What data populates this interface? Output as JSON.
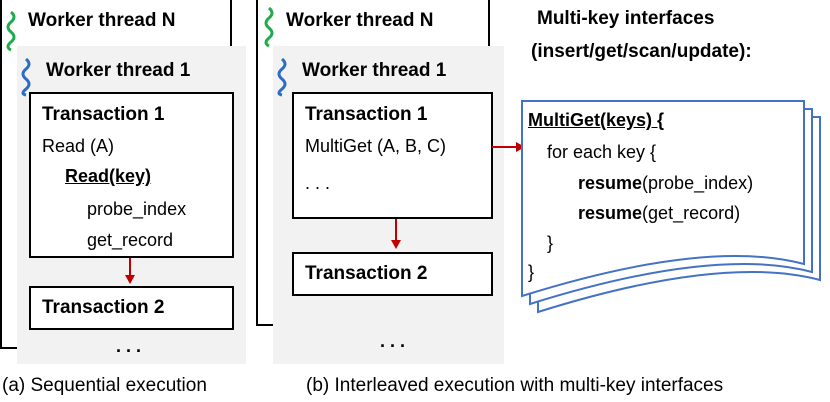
{
  "panel_a": {
    "back_title": "Worker thread N",
    "front_title": "Worker thread 1",
    "txn1": {
      "title": "Transaction 1",
      "line1": "Read (A)",
      "func": "Read(key)",
      "step1": "probe_index",
      "step2": "get_record"
    },
    "txn2_title": "Transaction 2",
    "ellipsis": ". . .",
    "caption": "(a) Sequential execution"
  },
  "panel_b": {
    "back_title": "Worker thread N",
    "front_title": "Worker thread 1",
    "txn1": {
      "title": "Transaction 1",
      "line1": "MultiGet (A, B, C)",
      "line2": ". . ."
    },
    "txn2_title": "Transaction 2",
    "ellipsis": ". . .",
    "caption": "(b) Interleaved execution with multi-key interfaces"
  },
  "interfaces": {
    "title_line1": "Multi-key interfaces",
    "title_line2": "(insert/get/scan/update):",
    "code": {
      "header": "MultiGet(keys) {",
      "loop": "for each key {",
      "kw1": "resume",
      "arg1": "(probe_index)",
      "kw2": "resume",
      "arg2": "(get_record)",
      "close_inner": "}",
      "close_outer": "}"
    }
  },
  "colors": {
    "wave_green": "#1faa4b",
    "wave_blue": "#2b6cc4",
    "arrow_red": "#c00000",
    "doc_border": "#4472c4",
    "panel_fill": "#f2f2f2"
  }
}
